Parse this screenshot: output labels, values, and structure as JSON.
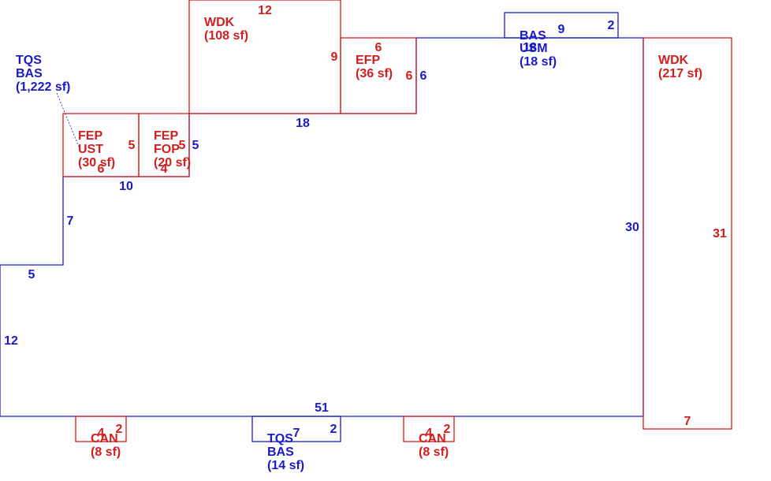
{
  "colors": {
    "main": "#1a1ac8",
    "addon": "#d21e1e"
  },
  "areas": {
    "main_tqs": {
      "code": "TQS",
      "sub": "BAS",
      "area": "(1,222 sf)"
    },
    "wdk_top": {
      "code": "WDK",
      "area": "(108 sf)"
    },
    "efp": {
      "code": "EFP",
      "area": "(36 sf)"
    },
    "bas_top": {
      "code": "BAS",
      "sub": "USM",
      "area": "(18 sf)"
    },
    "wdk_right": {
      "code": "WDK",
      "area": "(217 sf)"
    },
    "fep_left": {
      "code": "FEP",
      "sub": "UST",
      "area": "(30 sf)"
    },
    "fep_right": {
      "code": "FEP",
      "sub": "FOP",
      "area": "(20 sf)"
    },
    "can_left": {
      "code": "CAN",
      "area": "(8 sf)"
    },
    "tqs_bottom": {
      "code": "TQS",
      "sub": "BAS",
      "area": "(14 sf)"
    },
    "can_right": {
      "code": "CAN",
      "area": "(8 sf)"
    }
  },
  "dims": {
    "wdk_top_w": "12",
    "wdk_top_h": "9",
    "main_18": "18",
    "efp_w": "6",
    "efp_h": "6",
    "main_6": "6",
    "bas_w": "9",
    "bas_h": "2",
    "bas_overlap": "18",
    "main_30": "30",
    "wdk_right_h": "31",
    "wdk_right_w": "7",
    "fep_left_h": "5",
    "fep_left_w": "6",
    "fep_right_h": "5",
    "fep_right_w": "4",
    "main_5a": "5",
    "main_10": "10",
    "main_7": "7",
    "main_5b": "5",
    "main_12": "12",
    "main_51": "51",
    "can_left_w": "4",
    "can_left_h": "2",
    "tqs_bottom_w": "7",
    "tqs_bottom_h": "2",
    "can_right_w": "4",
    "can_right_h": "2"
  }
}
